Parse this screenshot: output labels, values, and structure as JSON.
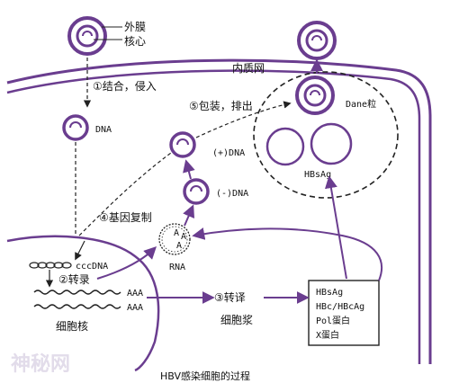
{
  "colors": {
    "stroke": "#6a3d8f",
    "text": "#111111"
  },
  "labels": {
    "outer_membrane": "外膜",
    "core": "核心",
    "step1": "①结合，侵入",
    "dna": "DNA",
    "er": "内质网",
    "dane": "Dane粒",
    "step5": "⑤包装，排出",
    "plus_dna": "(+)DNA",
    "minus_dna": "(-)DNA",
    "hbsag_top": "HBsAg",
    "step4": "④基因复制",
    "ccc_dna": "cccDNA",
    "step2": "②转录",
    "aaa1": "AAA",
    "aaa2": "AAA",
    "rna": "RNA",
    "step3": "③转译",
    "nucleus": "细胞核",
    "cytoplasm": "细胞浆",
    "caption": "HBV感染细胞的过程",
    "watermark": "神秘网",
    "rna_a1": "A",
    "rna_a2": "A",
    "rna_a3": "A"
  },
  "protein_box": [
    "HBsAg",
    "HBc/HBcAg",
    "Pol蛋白",
    "X蛋白"
  ]
}
